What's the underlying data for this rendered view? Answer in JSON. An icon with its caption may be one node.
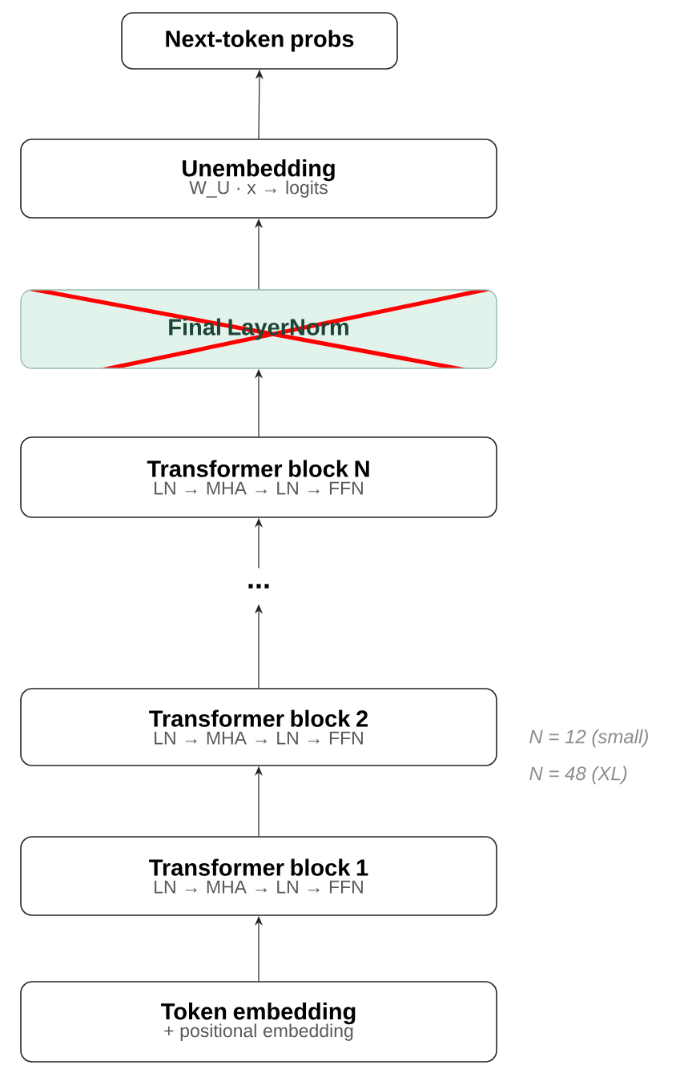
{
  "diagram": {
    "nodes": [
      {
        "text": [
          "Next-token probs"
        ]
      },
      {
        "text": [
          "Unembedding",
          "W_U · x → logits"
        ]
      },
      {
        "text": [
          "Final LayerNorm"
        ]
      },
      {
        "text": [
          "Transformer block N",
          "LN → MHA → LN → FFN"
        ]
      },
      {
        "text": [
          "..."
        ]
      },
      {
        "text": [
          "Transformer block 2",
          "LN → MHA → LN → FFN"
        ]
      },
      {
        "text": [
          "Transformer block 1",
          "LN → MHA → LN → FFN"
        ]
      },
      {
        "text": [
          "Token embedding",
          "+ positional embedding"
        ]
      }
    ],
    "edges": [
      {
        "from": 7,
        "to": 6,
        "arrow": "to"
      },
      {
        "from": 6,
        "to": 5,
        "arrow": "to"
      },
      {
        "from": 5,
        "to": 4,
        "arrow": "to"
      },
      {
        "from": 4,
        "to": 3,
        "arrow": "to"
      },
      {
        "from": 3,
        "to": 2,
        "arrow": "to"
      },
      {
        "from": 2,
        "to": 1,
        "arrow": "to"
      },
      {
        "from": 1,
        "to": 0,
        "arrow": "to"
      }
    ],
    "labels": [
      "N = 12 (small)",
      "N = 48 (XL)"
    ]
  }
}
